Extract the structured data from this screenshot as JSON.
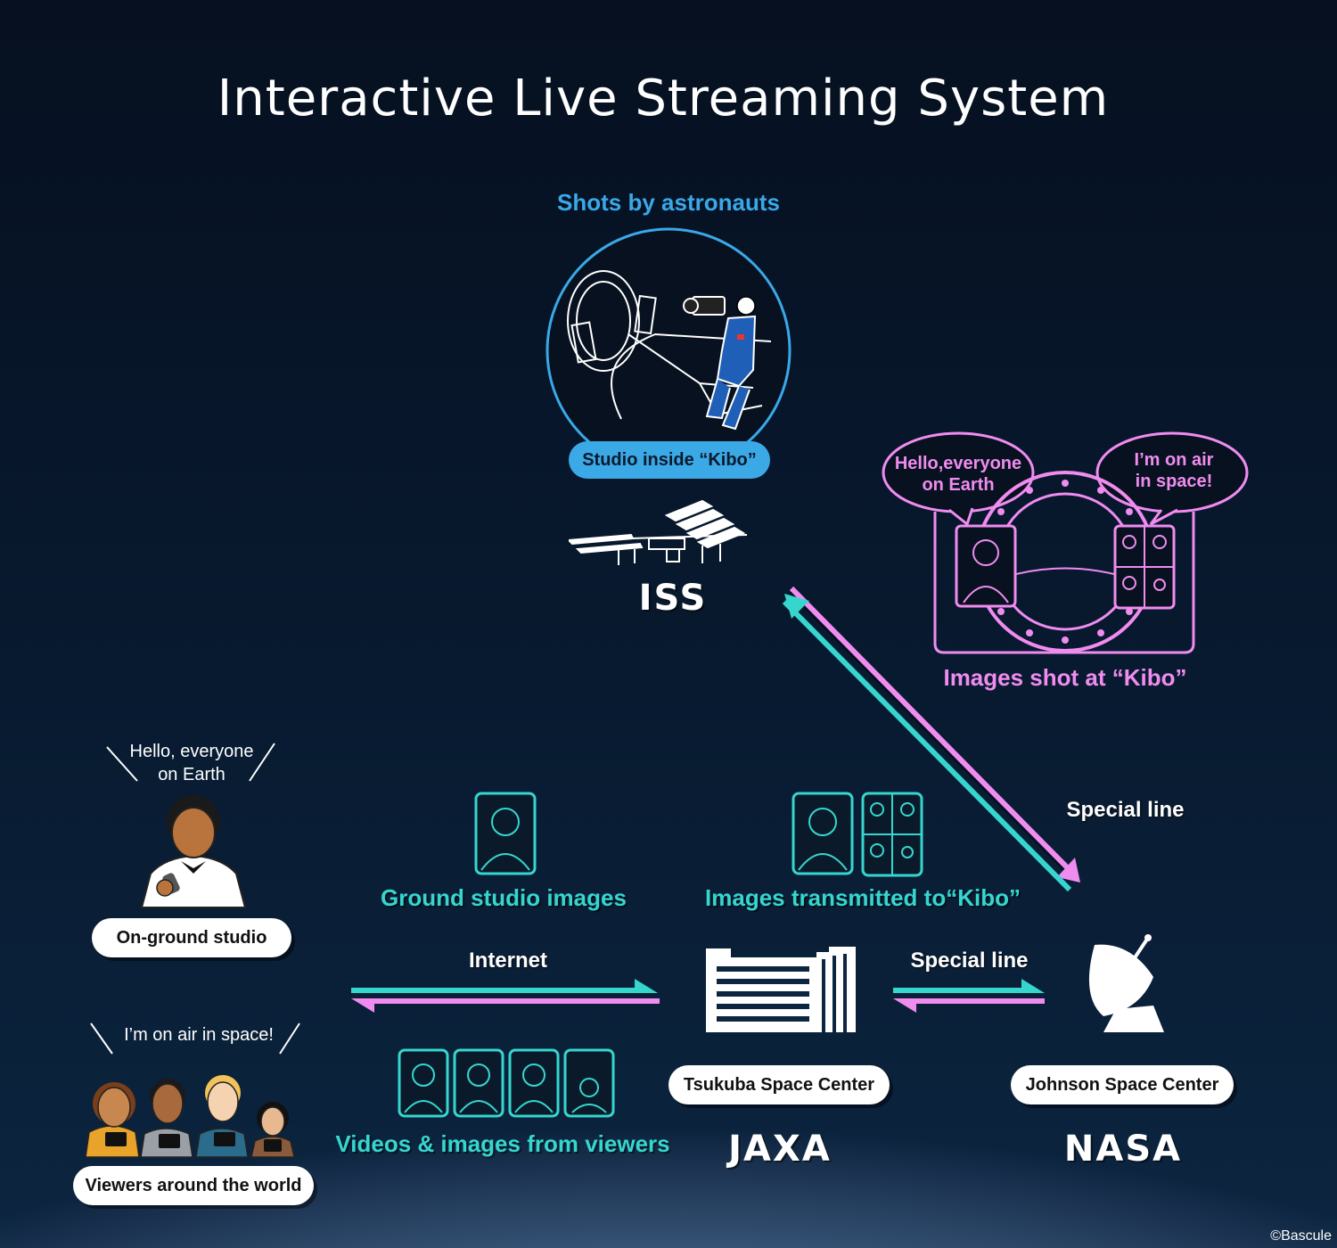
{
  "title": "Interactive Live Streaming System",
  "iss": {
    "shots_label": "Shots by astronauts",
    "studio_label": "Studio inside “Kibo”",
    "name": "ISS"
  },
  "kibo_images": {
    "bubble_left": [
      "Hello,everyone",
      "on Earth"
    ],
    "bubble_right": [
      "I’m on air",
      "in space!"
    ],
    "label": "Images shot at “Kibo”"
  },
  "special_line_top": "Special line",
  "ground_studio": {
    "speech": [
      "Hello, everyone",
      "on Earth"
    ],
    "label": "On-ground studio"
  },
  "viewers": {
    "speech": "I’m on air in space!",
    "label": "Viewers around the world"
  },
  "ground_studio_images_label": "Ground studio images",
  "images_to_kibo_label": "Images transmitted to“Kibo”",
  "internet_label": "Internet",
  "special_line_bottom": "Special line",
  "viewer_media_label": "Videos & images from viewers",
  "jaxa": {
    "site": "Tsukuba Space Center",
    "name": "JAXA"
  },
  "nasa": {
    "site": "Johnson Space Center",
    "name": "NASA"
  },
  "credit": "©Bascule",
  "colors": {
    "cyan": "#36d6cf",
    "pink": "#f08cf0",
    "blue": "#3aa8e8"
  }
}
